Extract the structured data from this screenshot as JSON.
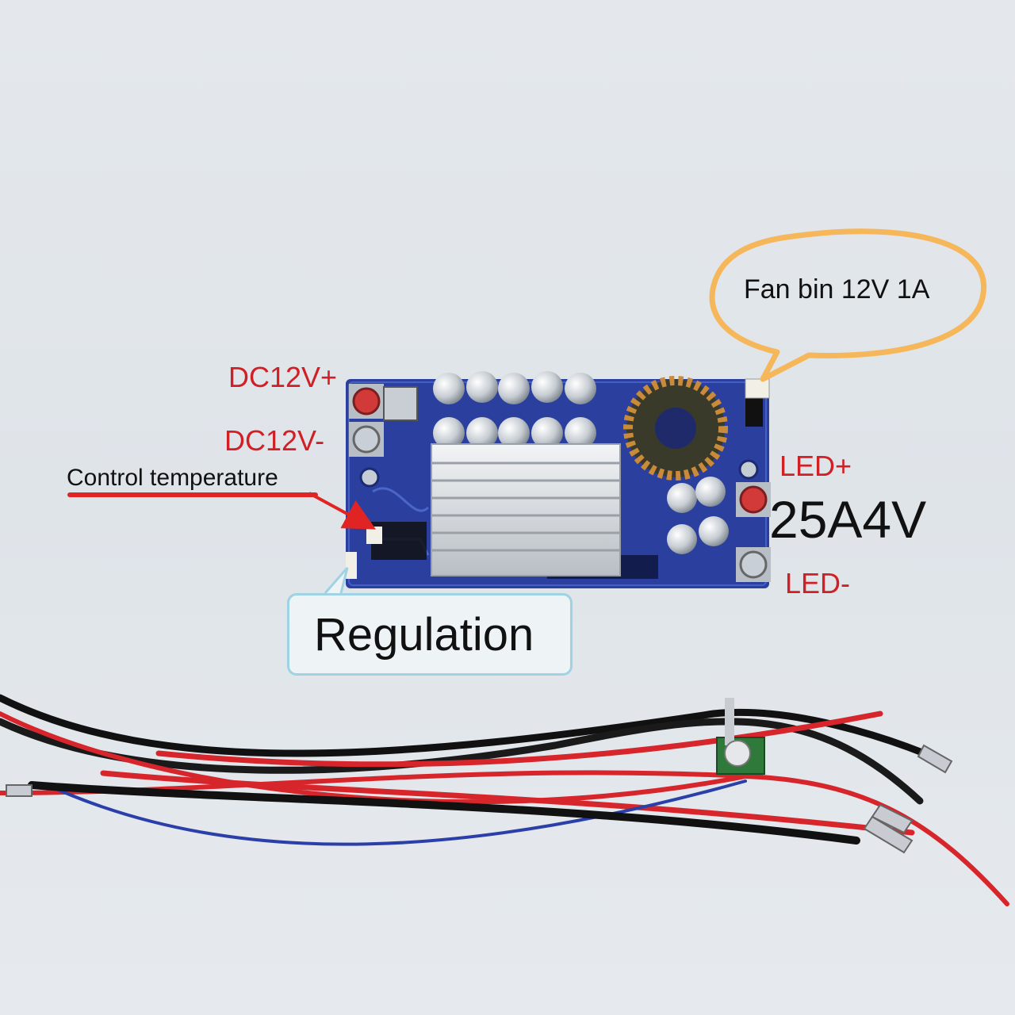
{
  "labels": {
    "dc_plus": "DC12V+",
    "dc_minus": "DC12V-",
    "control_temperature": "Control temperature",
    "led_plus": "LED+",
    "led_minus": "LED-",
    "spec": "25A4V",
    "fan": "Fan bin 12V 1A",
    "regulation": "Regulation"
  },
  "colors": {
    "label_red": "#d11f26",
    "label_black": "#111111",
    "bubble_orange": "#f5b75a",
    "board_blue": "#2a3f9e",
    "callout_blue": "#9fd3e3"
  }
}
